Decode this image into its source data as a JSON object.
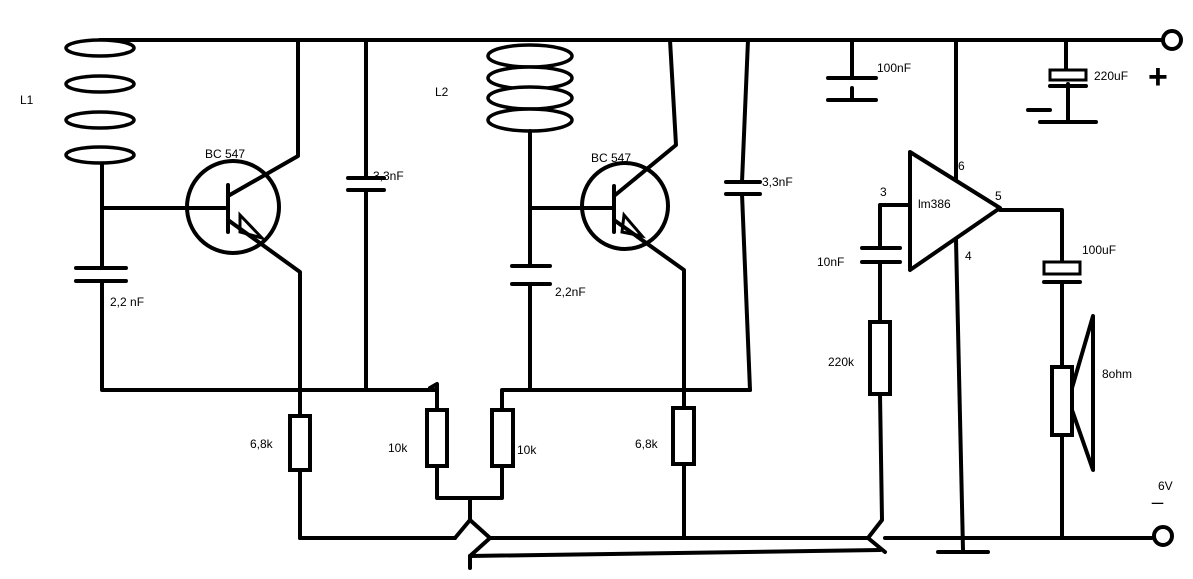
{
  "labels": {
    "l1": "L1",
    "l2": "L2",
    "t1": "BC 547",
    "t2": "BC 547",
    "c1": "2,2 nF",
    "c2": "3,3nF",
    "c3": "2,2nF",
    "c4": "3,3nF",
    "c5": "100nF",
    "c6": "220uF",
    "c7": "10nF",
    "c8": "100uF",
    "r1": "6,8k",
    "r2": "10k",
    "r3": "10k",
    "r4": "6,8k",
    "r5": "220k",
    "ic": "lm386",
    "pin3": "3",
    "pin4": "4",
    "pin5": "5",
    "pin6": "6",
    "speaker": "8ohm",
    "plus": "+",
    "minus": "_",
    "voltage": "6V"
  }
}
